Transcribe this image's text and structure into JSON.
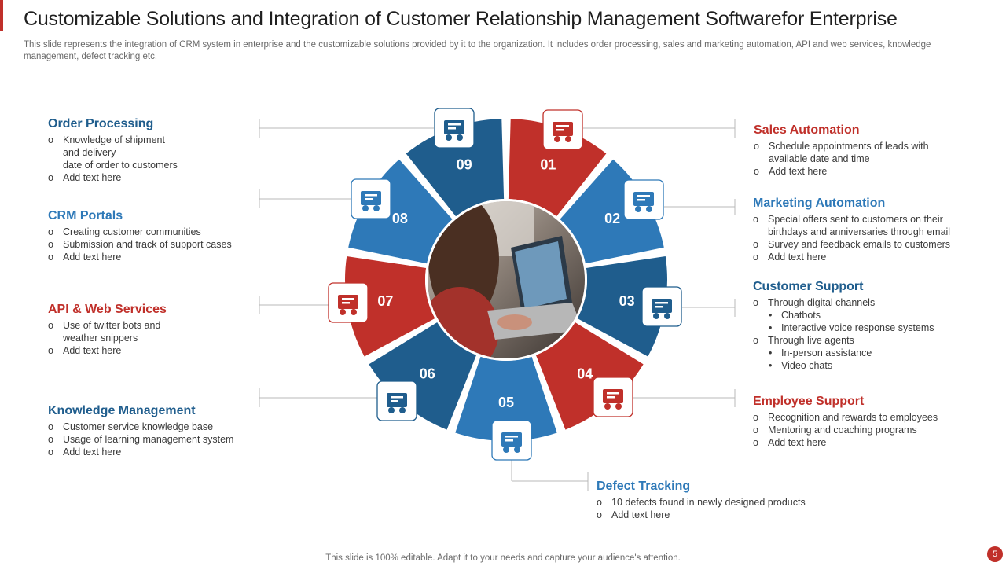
{
  "slide": {
    "title": "Customizable Solutions and Integration of Customer Relationship Management Softwarefor Enterprise",
    "subtitle": "This slide represents the integration of CRM system in enterprise and the customizable solutions provided by it to the organization. It includes order processing, sales and marketing automation, API and web services, knowledge management, defect tracking etc.",
    "footer": "This slide is 100% editable. Adapt it to your needs and capture your audience's attention.",
    "page_number": "5"
  },
  "colors": {
    "dark_blue": "#1f5d8d",
    "light_blue": "#2e79b8",
    "red": "#c0302a"
  },
  "wheel": {
    "segments": [
      {
        "number": "01",
        "color": "red",
        "icon": "cloud-finance-icon"
      },
      {
        "number": "02",
        "color": "light_blue",
        "icon": "workflow-email-icon"
      },
      {
        "number": "03",
        "color": "dark_blue",
        "icon": "team-cycle-icon"
      },
      {
        "number": "04",
        "color": "red",
        "icon": "support-chat-icon"
      },
      {
        "number": "05",
        "color": "light_blue",
        "icon": "bug-warning-icon"
      },
      {
        "number": "06",
        "color": "dark_blue",
        "icon": "book-idea-icon"
      },
      {
        "number": "07",
        "color": "red",
        "icon": "web-settings-icon"
      },
      {
        "number": "08",
        "color": "light_blue",
        "icon": "portal-screen-icon"
      },
      {
        "number": "09",
        "color": "dark_blue",
        "icon": "delivery-person-icon"
      }
    ]
  },
  "blocks": {
    "order_processing": {
      "title": "Order Processing",
      "items": [
        "Knowledge of shipment",
        "and delivery",
        "date of order to customers",
        "Add text here"
      ]
    },
    "crm_portals": {
      "title": "CRM Portals",
      "items": [
        "Creating customer communities",
        "Submission and track of support cases",
        "Add text here"
      ]
    },
    "api_web": {
      "title": "API & Web Services",
      "items": [
        "Use of twitter bots and",
        "weather snippers",
        "Add text here"
      ]
    },
    "knowledge": {
      "title": "Knowledge Management",
      "items": [
        "Customer service knowledge base",
        "Usage of learning management system",
        "Add text here"
      ]
    },
    "sales": {
      "title": "Sales Automation",
      "items": [
        "Schedule appointments of leads with",
        "available date and time",
        "Add text here"
      ]
    },
    "marketing": {
      "title": "Marketing Automation",
      "items": [
        "Special offers sent to customers on their",
        "birthdays and anniversaries through email",
        "Survey and feedback emails to customers",
        "Add text here"
      ]
    },
    "customer_support": {
      "title": "Customer Support",
      "items": [
        "Through digital channels",
        "Chatbots",
        "Interactive voice response systems",
        "Through live agents",
        "In-person assistance",
        "Video chats"
      ]
    },
    "employee_support": {
      "title": "Employee Support",
      "items": [
        "Recognition and rewards to employees",
        "Mentoring and coaching programs",
        "Add text here"
      ]
    },
    "defect": {
      "title": "Defect Tracking",
      "items": [
        "10 defects found in newly designed products",
        "Add text here"
      ]
    }
  }
}
